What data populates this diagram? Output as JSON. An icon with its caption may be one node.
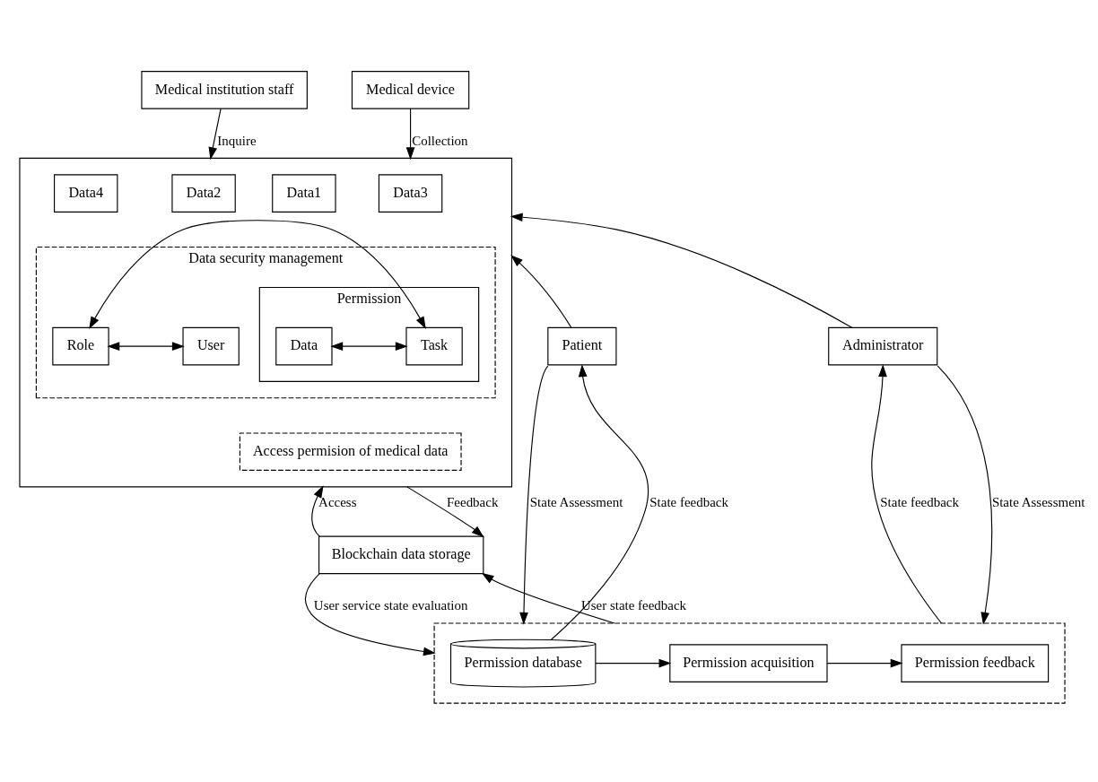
{
  "diagram": {
    "nodes": [
      {
        "text": [
          "Medical institution staff"
        ]
      },
      {
        "text": [
          "Medical device"
        ]
      },
      {
        "text": [],
        "shape": "box"
      },
      {
        "text": [
          "Data1"
        ],
        "in": 2
      },
      {
        "text": [
          "Data2"
        ],
        "in": 2
      },
      {
        "text": [
          "Data3"
        ],
        "in": 2
      },
      {
        "text": [
          "Data4"
        ],
        "in": 2
      },
      {
        "text": [
          "Data security management"
        ],
        "in": 2
      },
      {
        "text": [
          "Permission"
        ],
        "in": 7
      },
      {
        "text": [
          "Data"
        ],
        "in": 8
      },
      {
        "text": [
          "Task"
        ],
        "in": 8
      },
      {
        "text": [
          "Role"
        ],
        "in": 7
      },
      {
        "text": [
          "User"
        ],
        "in": 7
      },
      {
        "text": [
          "Access permision of medical data"
        ],
        "in": 2
      },
      {
        "text": [
          "Patient"
        ]
      },
      {
        "text": [
          "Administrator"
        ]
      },
      {
        "text": [
          "Blockchain data storage"
        ]
      },
      {
        "text": [],
        "shape": "box"
      },
      {
        "text": [
          "Permission database"
        ],
        "in": 17
      },
      {
        "text": [
          "Permission acquisition"
        ],
        "in": 17
      },
      {
        "text": [
          "Permission feedback"
        ],
        "in": 17
      }
    ],
    "edges": [
      {
        "from": 0,
        "to": 2,
        "arrow": "to",
        "label": "Inquire"
      },
      {
        "from": 1,
        "to": 2,
        "arrow": "to",
        "label": "Collection"
      },
      {
        "from": 14,
        "to": 2,
        "arrow": "to"
      },
      {
        "from": 15,
        "to": 2,
        "arrow": "to"
      },
      {
        "from": 9,
        "to": 10,
        "arrow": "both"
      },
      {
        "from": 10,
        "to": 11,
        "arrow": "both"
      },
      {
        "from": 11,
        "to": 12,
        "arrow": "both"
      },
      {
        "from": 16,
        "to": 2,
        "arrow": "to",
        "label": "Access"
      },
      {
        "from": 2,
        "to": 16,
        "arrow": "to",
        "label": "Feedback"
      },
      {
        "from": 16,
        "to": 17,
        "arrow": "to",
        "label": "User service state evaluation"
      },
      {
        "from": 17,
        "to": 16,
        "arrow": "to",
        "label": "User state feedback"
      },
      {
        "from": 18,
        "to": 19,
        "arrow": "to"
      },
      {
        "from": 19,
        "to": 20,
        "arrow": "to"
      },
      {
        "from": 18,
        "to": 14,
        "arrow": "to",
        "label": "State feedback"
      },
      {
        "from": 14,
        "to": 17,
        "arrow": "to",
        "label": "State Assessment"
      },
      {
        "from": 17,
        "to": 15,
        "arrow": "to",
        "label": "State feedback"
      },
      {
        "from": 15,
        "to": 17,
        "arrow": "to",
        "label": "State Assessment"
      }
    ]
  }
}
